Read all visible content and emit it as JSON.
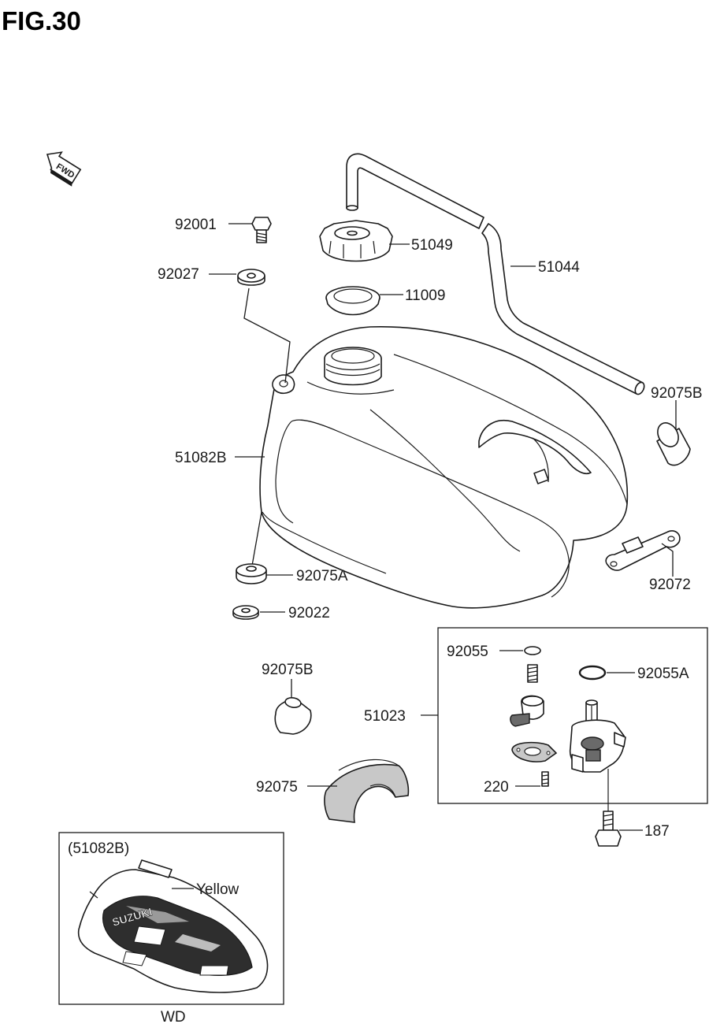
{
  "figure": {
    "title": "FIG.30"
  },
  "fwd_arrow": {
    "text": "FWD",
    "icon": "forward-arrow-icon"
  },
  "parts": {
    "p92001": "92001",
    "p92027": "92027",
    "p51049": "51049",
    "p11009": "11009",
    "p51044": "51044",
    "p92075B_top": "92075B",
    "p51082B": "51082B",
    "p92075A": "92075A",
    "p92022": "92022",
    "p92072": "92072",
    "p92055": "92055",
    "p92055A": "92055A",
    "p51023": "51023",
    "p92075B_mid": "92075B",
    "p220": "220",
    "p92075": "92075",
    "p187": "187"
  },
  "inset": {
    "ref": "(51082B)",
    "color_label": "Yellow",
    "decal_text": "SUZUKI",
    "caption": "WD"
  }
}
